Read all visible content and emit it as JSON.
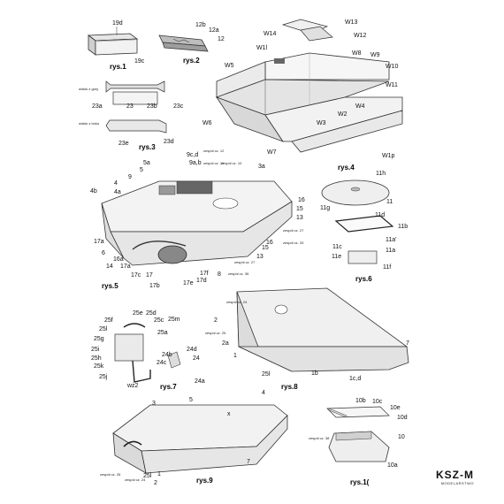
{
  "figures": {
    "rys1": {
      "title": "rys.1",
      "labels": [
        "19d",
        "19c"
      ]
    },
    "rys2": {
      "title": "rys.2",
      "labels": [
        "12b",
        "12a",
        "12"
      ]
    },
    "rys3": {
      "title": "rys.3",
      "labels": [
        "widok z góry",
        "23a",
        "23",
        "23b",
        "23c",
        "widok z boku",
        "23e",
        "23d"
      ]
    },
    "rys4": {
      "title": "rys.4",
      "labels": [
        "W13",
        "W14",
        "W12",
        "W1l",
        "W5",
        "W8",
        "W9",
        "W10",
        "W11",
        "W4",
        "W2",
        "W3",
        "W6",
        "W7",
        "W1p"
      ]
    },
    "rys5": {
      "title": "rys.5",
      "labels": [
        "9c,d",
        "9a,b",
        "5a",
        "5",
        "9",
        "3a",
        "4b",
        "4",
        "4a",
        "16",
        "15",
        "13",
        "17a",
        "6",
        "16a",
        "14",
        "17a",
        "17c",
        "17",
        "17b",
        "17f",
        "17d",
        "17e",
        "8",
        "15",
        "13",
        "16"
      ],
      "notes": [
        "zespół cz. 12",
        "zespół cz. 11",
        "zespół cz. 10",
        "zespół cz. 27",
        "zespół cz. 33",
        "zespół cz. 27",
        "zespół cz. 36"
      ]
    },
    "rys6": {
      "title": "rys.6",
      "labels": [
        "11h",
        "11",
        "11g",
        "11d",
        "11b",
        "11c",
        "11a'",
        "11a",
        "11e",
        "11f"
      ]
    },
    "rys7": {
      "title": "rys.7",
      "labels": [
        "25e",
        "25d",
        "25f",
        "25c",
        "25m",
        "25l",
        "25a",
        "25g",
        "25i",
        "25h",
        "25k",
        "25j",
        "24b",
        "24d",
        "24c",
        "24",
        "24a",
        "wz2"
      ]
    },
    "rys8": {
      "title": "rys.8",
      "labels": [
        "2",
        "2a",
        "1",
        "25l",
        "1b",
        "1c,d",
        "7"
      ],
      "notes": [
        "zespół cz. 24",
        "zespół cz. 25"
      ]
    },
    "rys9": {
      "title": "rys.9",
      "labels": [
        "3",
        "5",
        "x",
        "4",
        "7",
        "2",
        "25l",
        "1"
      ],
      "notes": [
        "zespół cz. 26",
        "zespół cz. 24"
      ]
    },
    "rys10": {
      "title": "rys.1(",
      "labels": [
        "10b",
        "10c",
        "10e",
        "10d",
        "10",
        "10a"
      ],
      "notes": [
        "zespół cz. 38"
      ]
    }
  },
  "brand": {
    "logo": "KSZ-M",
    "subtitle": "MODELARSTWO"
  }
}
